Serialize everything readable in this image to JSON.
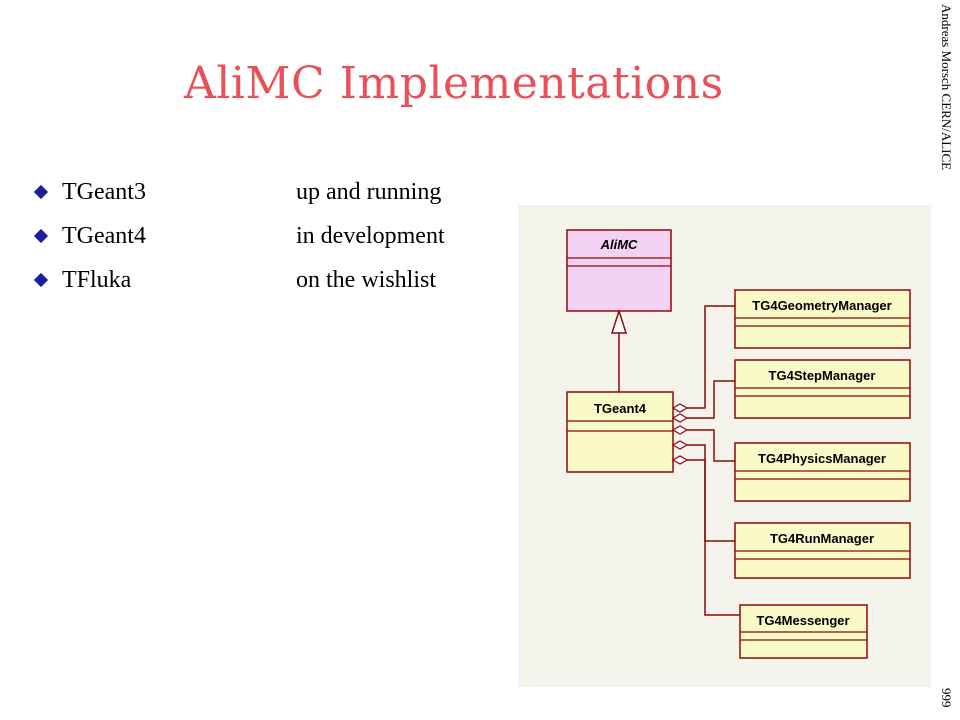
{
  "slide": {
    "title": "AliMC Implementations",
    "author_credit": "Andreas Morsch CERN/ALICE",
    "page_number": "999"
  },
  "bullets": [
    {
      "name": "TGeant3",
      "status": "up and running"
    },
    {
      "name": "TGeant4",
      "status": "in development"
    },
    {
      "name": "TFluka",
      "status": "on the wishlist"
    }
  ],
  "diagram": {
    "interface_class": "AliMC",
    "implementation_class": "TGeant4",
    "managers": [
      "TG4GeometryManager",
      "TG4StepManager",
      "TG4PhysicsManager",
      "TG4RunManager",
      "TG4Messenger"
    ],
    "colors": {
      "interface_fill": "#f4d2f4",
      "class_fill": "#fafac8",
      "border": "#8c0a0a"
    }
  }
}
